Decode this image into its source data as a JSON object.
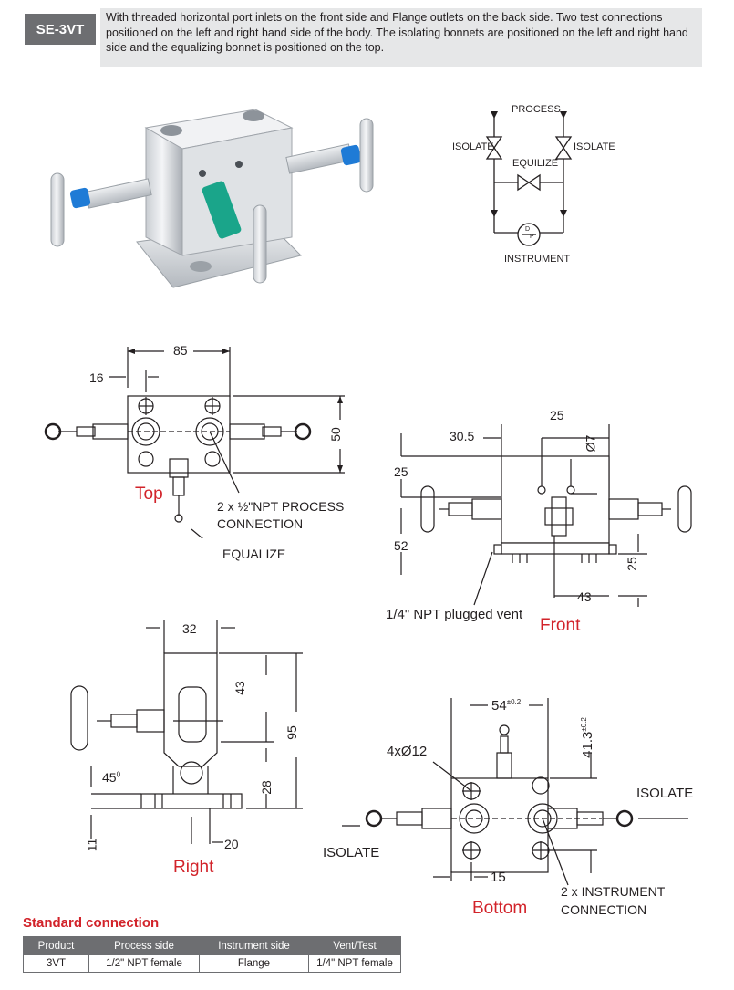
{
  "header": {
    "model": "SE-3VT",
    "description": "With threaded horizontal port inlets on the front side and Flange outlets on the back side. Two test connections positioned on the left and right hand side of the body. The isolating bonnets are positioned on the left and right hand side and the equalizing bonnet is positioned on the top."
  },
  "schematic": {
    "process": "PROCESS",
    "isolate_left": "ISOLATE",
    "isolate_right": "ISOLATE",
    "equalize": "EQUILIZE",
    "instrument": "INSTRUMENT",
    "dp_top": "D",
    "dp_bottom": "P"
  },
  "top_view": {
    "dim_width": "85",
    "dim_offset": "16",
    "dim_height": "50",
    "caption": "Top",
    "callout_process": "2 x ½\"NPT PROCESS",
    "callout_process_2": "CONNECTION",
    "callout_equalize": "EQUALIZE"
  },
  "front_view": {
    "dim_25_top": "25",
    "dim_30_5": "30.5",
    "dim_dia7": "Ø7",
    "dim_25_left": "25",
    "dim_52": "52",
    "dim_25_right": "25",
    "dim_43": "43",
    "callout_vent": "1/4\" NPT plugged vent",
    "caption": "Front"
  },
  "right_view": {
    "dim_32": "32",
    "dim_43": "43",
    "dim_95": "95",
    "dim_45": "45",
    "dim_45_sup": "0",
    "dim_28": "28",
    "dim_11": "11",
    "dim_20": "20",
    "caption": "Right"
  },
  "bottom_view": {
    "dim_54": "54",
    "dim_54_tol": "±0.2",
    "dim_41_3": "41.3",
    "dim_41_3_tol": "±0.2",
    "dim_holes": "4xØ12",
    "isolate_left": "ISOLATE",
    "isolate_right": "ISOLATE",
    "dim_15": "15",
    "callout_instrument": "2 x INSTRUMENT",
    "callout_instrument_2": "CONNECTION",
    "caption": "Bottom"
  },
  "standard_connection": {
    "title": "Standard connection",
    "headers": [
      "Product",
      "Process side",
      "Instrument side",
      "Vent/Test"
    ],
    "rows": [
      [
        "3VT",
        "1/2\" NPT female",
        "Flange",
        "1/4\" NPT female"
      ]
    ]
  },
  "colors": {
    "badge": "#6d6e71",
    "accent_red": "#d2232a",
    "intro_bg": "#e6e7e8",
    "valve_blue": "#1f7bd6",
    "valve_green": "#1aa58a"
  }
}
